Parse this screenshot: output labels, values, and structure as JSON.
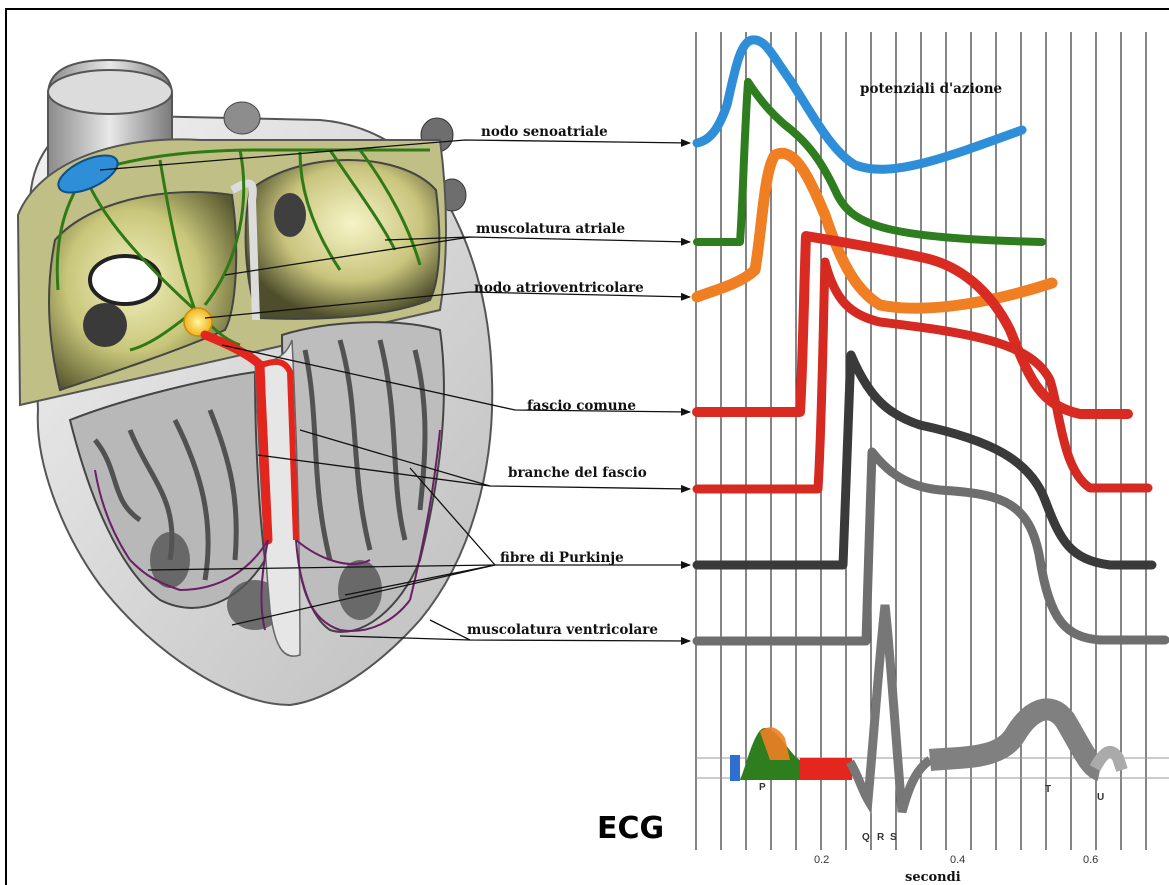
{
  "labels": {
    "potenziali": "potenziali d'azione",
    "sa_node": "nodo senoatriale",
    "atrial_muscle": "muscolatura atriale",
    "av_node": "nodo atrioventricolare",
    "common_bundle": "fascio comune",
    "bundle_branches": "branche del fascio",
    "purkinje": "fibre di Purkinje",
    "ventricular_muscle": "muscolatura ventricolare",
    "ecg": "ECG",
    "x_unit": "secondi"
  },
  "x_ticks": [
    "0.2",
    "0.4",
    "0.6"
  ],
  "ecg_waves": [
    "P",
    "Q",
    "R",
    "S",
    "T",
    "U"
  ],
  "colors": {
    "sa_node": "#2e8fd8",
    "atrial_muscle": "#2e7d1f",
    "av_node": "#f07f23",
    "common_bundle": "#d92b22",
    "bundle_branches": "#d42a22",
    "purkinje": "#3a3a3a",
    "ventricular_muscle": "#6e6e6e"
  }
}
